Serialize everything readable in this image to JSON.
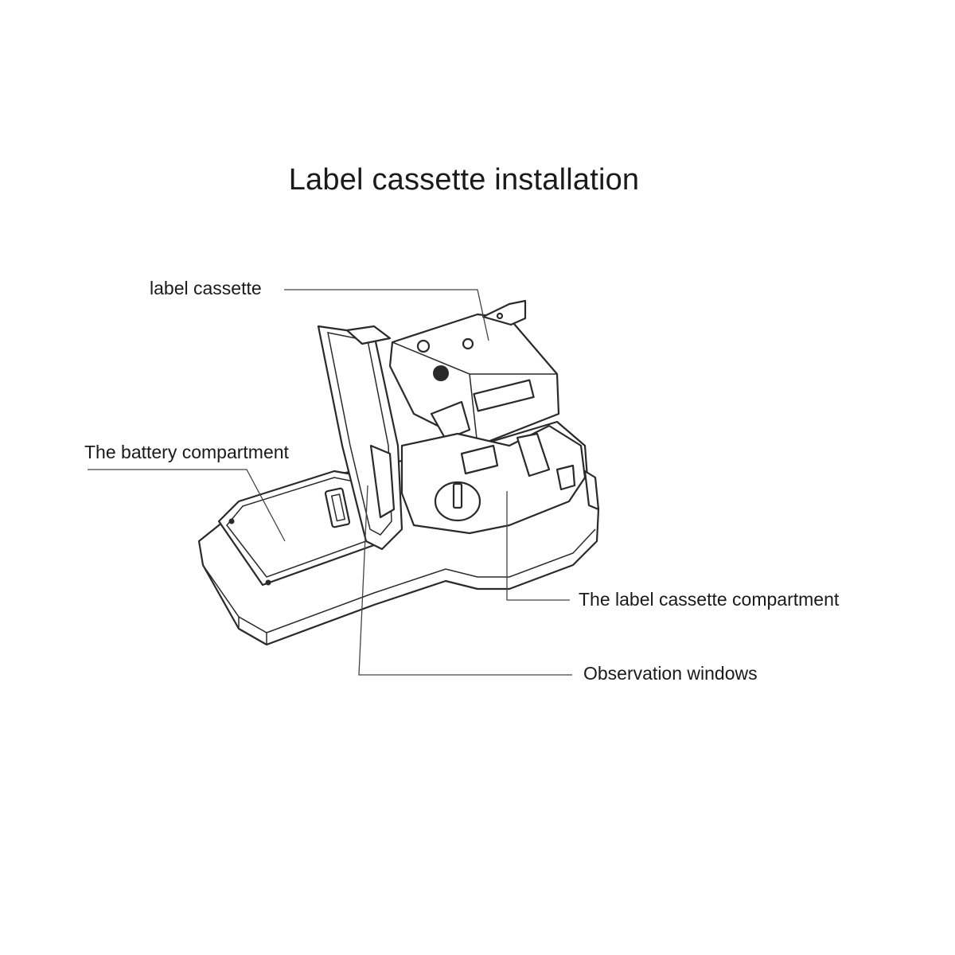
{
  "title": "Label cassette installation",
  "callouts": {
    "label_cassette": "label cassette",
    "battery_compartment": "The battery compartment",
    "cassette_compartment": "The label cassette compartment",
    "observation_windows": "Observation windows"
  }
}
